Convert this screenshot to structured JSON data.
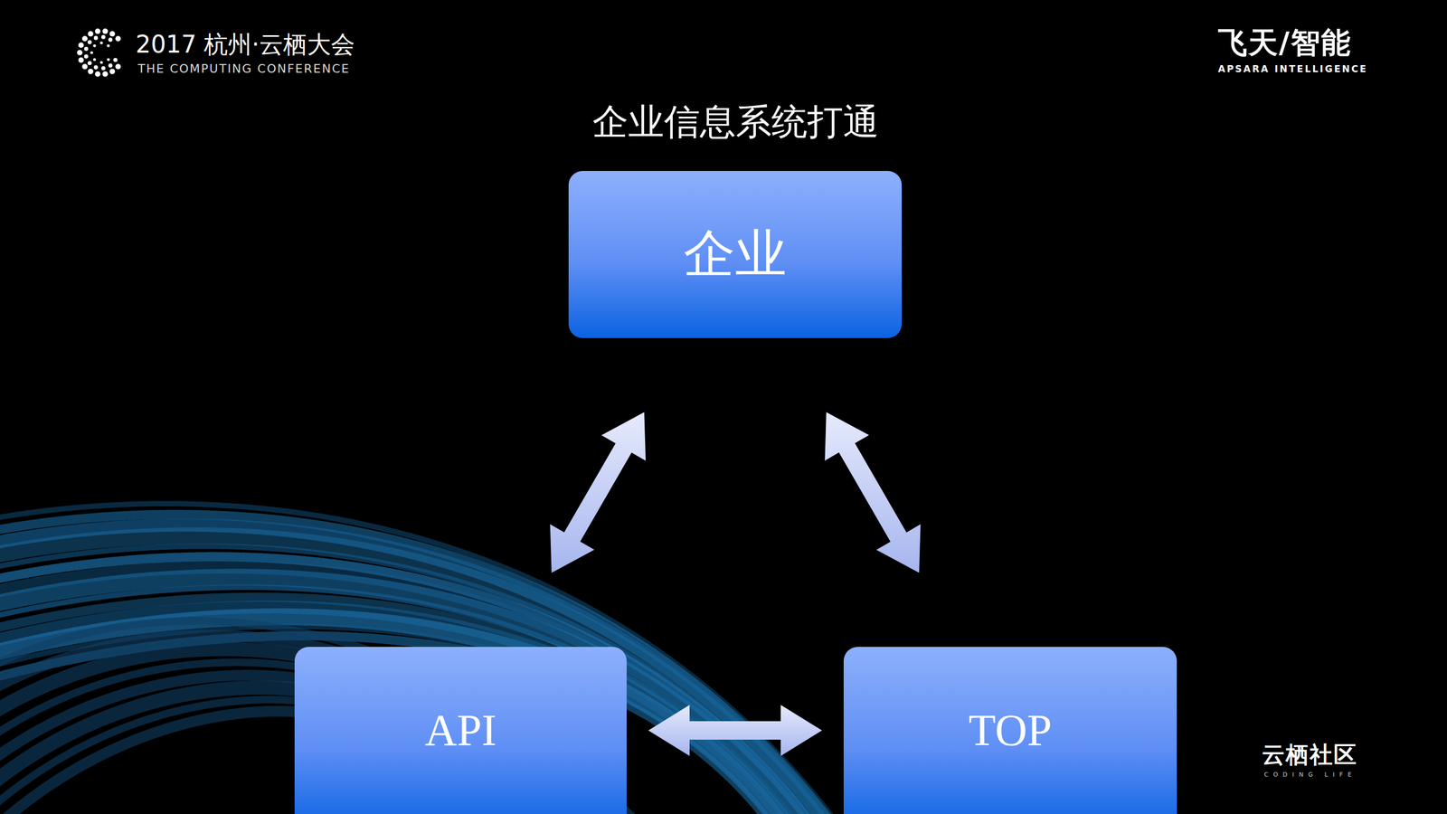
{
  "diagram": {
    "title": "企业信息系统打通",
    "nodes": [
      {
        "text": [
          "企业"
        ]
      },
      {
        "text": [
          "API"
        ]
      },
      {
        "text": [
          "TOP"
        ]
      }
    ],
    "edges": [
      {
        "from": 0,
        "to": 1,
        "arrow": "both"
      },
      {
        "from": 0,
        "to": 2,
        "arrow": "both"
      },
      {
        "from": 1,
        "to": 2,
        "arrow": "both"
      }
    ],
    "labels": [
      "2017 杭州·云栖大会",
      "THE COMPUTING CONFERENCE",
      "飞天/智能",
      "APSARA INTELLIGENCE",
      "云栖社区",
      "CODING LIFE"
    ]
  }
}
